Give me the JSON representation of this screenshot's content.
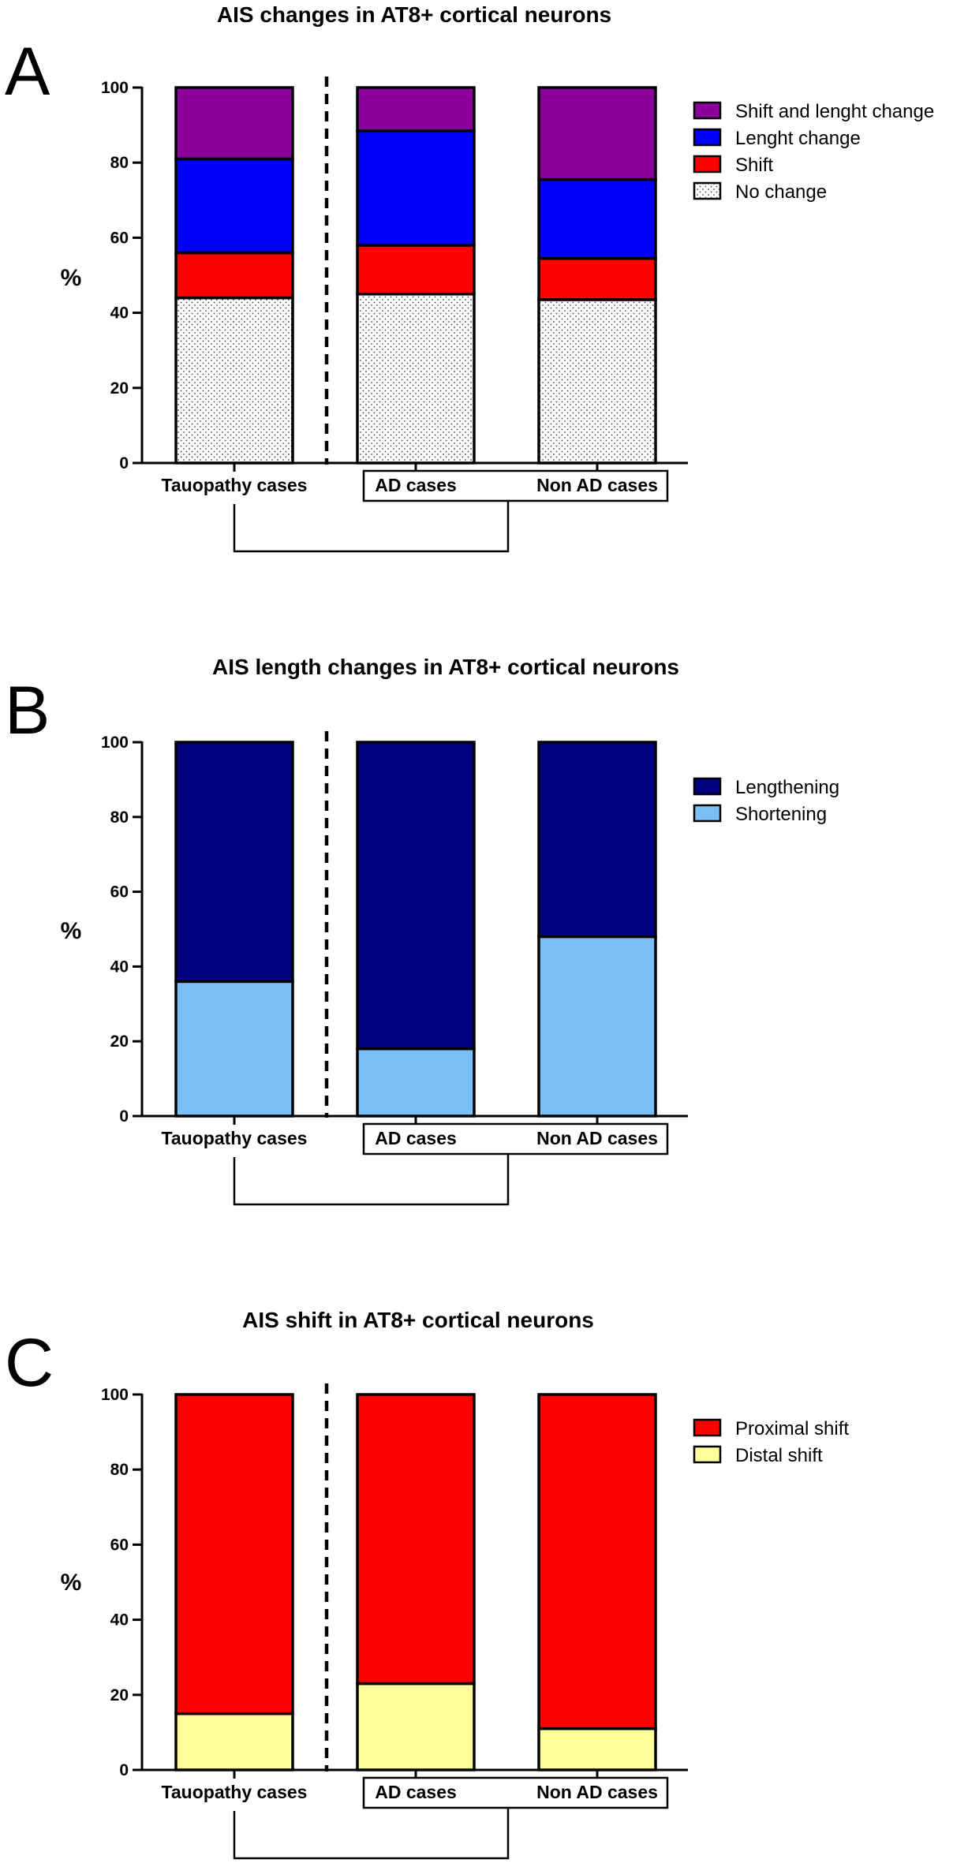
{
  "chart_data": [
    {
      "type": "bar",
      "stacked": true,
      "panel_label": "A",
      "title": "AIS changes in  AT8+ cortical neurons",
      "xlabel": "",
      "ylabel": "%",
      "ylim": [
        0,
        100
      ],
      "yticks": [
        "0",
        "20",
        "40",
        "60",
        "80",
        "100"
      ],
      "categories": [
        "Tauopathy cases",
        "AD cases",
        "Non AD cases"
      ],
      "legend_position": "right",
      "series": [
        {
          "name": "No change",
          "values": [
            44,
            45,
            43.5
          ],
          "color": "#ffffff",
          "pattern": "dots"
        },
        {
          "name": "Shift",
          "values": [
            12,
            13,
            11
          ],
          "color": "#ff0000"
        },
        {
          "name": "Lenght change",
          "values": [
            25,
            30.5,
            21
          ],
          "color": "#0000ff"
        },
        {
          "name": "Shift and lenght change",
          "values": [
            19,
            11.5,
            24.5
          ],
          "color": "#8b009b"
        }
      ],
      "legend_order": [
        "Shift and lenght change",
        "Lenght change",
        "Shift",
        "No change"
      ]
    },
    {
      "type": "bar",
      "stacked": true,
      "panel_label": "B",
      "title": "AIS length changes in  AT8+ cortical neurons",
      "xlabel": "",
      "ylabel": "%",
      "ylim": [
        0,
        100
      ],
      "yticks": [
        "0",
        "20",
        "40",
        "60",
        "80",
        "100"
      ],
      "categories": [
        "Tauopathy cases",
        "AD cases",
        "Non AD cases"
      ],
      "legend_position": "right",
      "series": [
        {
          "name": "Shortening",
          "values": [
            36,
            18,
            48
          ],
          "color": "#7bbff8"
        },
        {
          "name": "Lengthening",
          "values": [
            64,
            82,
            52
          ],
          "color": "#000080"
        }
      ],
      "legend_order": [
        "Lengthening",
        "Shortening"
      ]
    },
    {
      "type": "bar",
      "stacked": true,
      "panel_label": "C",
      "title": "AIS shift in AT8+ cortical neurons",
      "xlabel": "",
      "ylabel": "%",
      "ylim": [
        0,
        100
      ],
      "yticks": [
        "0",
        "20",
        "40",
        "60",
        "80",
        "100"
      ],
      "categories": [
        "Tauopathy cases",
        "AD cases",
        "Non AD cases"
      ],
      "legend_position": "right",
      "series": [
        {
          "name": "Distal shift",
          "values": [
            15,
            23,
            11
          ],
          "color": "#ffff99"
        },
        {
          "name": "Proximal shift",
          "values": [
            85,
            77,
            89
          ],
          "color": "#ff0000"
        }
      ],
      "legend_order": [
        "Proximal shift",
        "Distal shift"
      ]
    }
  ]
}
